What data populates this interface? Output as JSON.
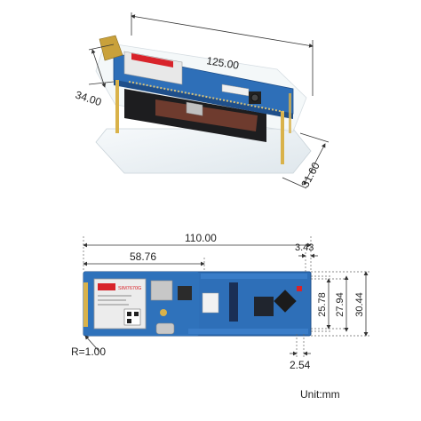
{
  "top_view": {
    "length": "125.00",
    "width": "34.00",
    "height": "31.60"
  },
  "bottom_view": {
    "length": "110.00",
    "offset_left": "58.76",
    "offset_right": "3.43",
    "height_inner": "25.78",
    "height_mid": "27.94",
    "height_outer": "30.44",
    "radius": "R=1.00",
    "pitch": "2.54",
    "module_label": "SIM7670G"
  },
  "unit_label": "Unit:mm",
  "colors": {
    "pcb": "#2e6fb8",
    "pcb_dark": "#1f4f8a",
    "module": "#e8e8e8",
    "logo_red": "#d8232a",
    "gold": "#c9a13b",
    "standoff": "#d9b24a",
    "acrylic": "#eef3f6"
  }
}
